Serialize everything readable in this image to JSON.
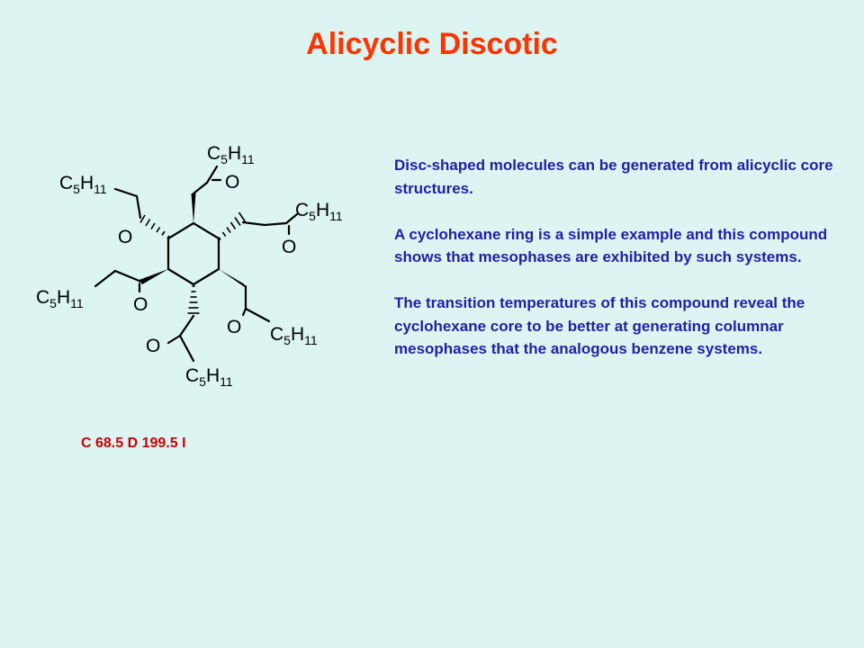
{
  "slide": {
    "title": "Alicyclic Discotic",
    "paragraphs": [
      "Disc-shaped molecules can be generated from alicyclic core structures.",
      "A cyclohexane ring is a simple example and this compound shows that mesophases are exhibited by such systems.",
      "The transition temperatures of this compound reveal the cyclohexane core to be better at generating columnar mesophases that the analogous benzene systems."
    ],
    "transition_temperatures": "C 68.5 D 199.5 I"
  },
  "molecule": {
    "carbon": "C",
    "carbon_count": "5",
    "hydrogen": "H",
    "hydrogen_count": "11",
    "oxygen": "O"
  },
  "colors": {
    "background": "#DDF5F2",
    "title": "#FF3300",
    "body_text": "#1F1FA8",
    "transitions": "#CC0000"
  }
}
